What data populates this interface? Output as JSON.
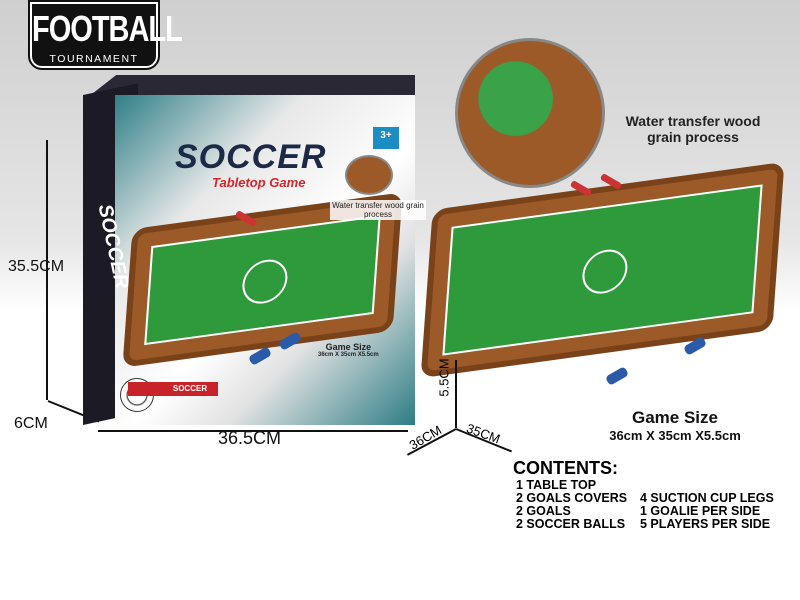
{
  "logo": {
    "title": "FOOTBALL",
    "subtitle": "TOURNAMENT"
  },
  "dimensions": {
    "height": "35.5CM",
    "depth": "6CM",
    "width": "36.5CM"
  },
  "axes": {
    "height": "5.5CM",
    "depth": "36CM",
    "width": "35CM"
  },
  "box": {
    "title": "SOCCER",
    "subtitle": "Tabletop Game",
    "note": "Water transfer wood grain process",
    "age": "3+",
    "side_title": "SOCCER",
    "badge": "SOCCER",
    "game_size_label": "Game Size",
    "game_size_value": "36cm X 35cm X5.5cm"
  },
  "callout": "Water transfer wood grain process",
  "game_size": {
    "label": "Game Size",
    "value": "36cm X 35cm X5.5cm"
  },
  "contents": {
    "title": "CONTENTS:",
    "left": [
      "1 TABLE TOP",
      "2 GOALS COVERS",
      "2 GOALS",
      "2 SOCCER BALLS"
    ],
    "right": [
      "4 SUCTION CUP LEGS",
      "1 GOALIE PER SIDE",
      "5 PLAYERS PER SIDE"
    ]
  },
  "colors": {
    "wood": "#9b5a28",
    "field": "#2f9a3b",
    "box_teal": "#2f7f86",
    "rods": "#cc3333",
    "handles": "#2a5aa8"
  }
}
